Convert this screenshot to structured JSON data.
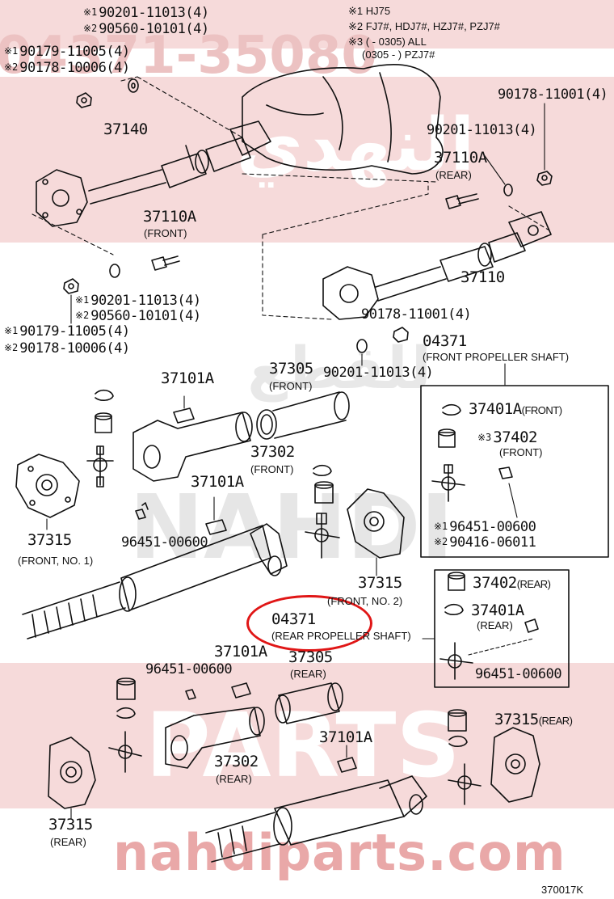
{
  "diagram_id": "370017K",
  "watermark": {
    "top_number": "04371-35080",
    "bottom_text": "nahdiparts.com",
    "arabic_1": "النهدي",
    "arabic_2": "للقطع"
  },
  "notes": {
    "n1": "※1 HJ75",
    "n2": "※2 FJ7#, HDJ7#, HZJ7#, PZJ7#",
    "n3a": "※3 (      - 0305) ALL",
    "n3b": "(0305 -      ) PZJ7#"
  },
  "marks": {
    "m1": "※1",
    "m2": "※2",
    "m3": "※3"
  },
  "labels": {
    "p90201_top": "90201-11013(4)",
    "p90560_top": "90560-10101(4)",
    "p90179_top": "90179-11005(4)",
    "p90178_10006_top": "90178-10006(4)",
    "p90178_11001_top": "90178-11001(4)",
    "p90201_right": "90201-11013(4)",
    "p37140": "37140",
    "p37110A_rear": "37110A",
    "p37110A_rear_sub": "(REAR)",
    "p37110A_front": "37110A",
    "p37110A_front_sub": "(FRONT)",
    "p90201_mid": "90201-11013(4)",
    "p90560_mid": "90560-10101(4)",
    "p90179_mid": "90179-11005(4)",
    "p90178_mid": "90178-10006(4)",
    "p37110": "37110",
    "p90178_11001_mid": "90178-11001(4)",
    "p04371_front": "04371",
    "p04371_front_sub": "(FRONT PROPELLER SHAFT)",
    "p90201_low": "90201-11013(4)",
    "p37101A_1": "37101A",
    "p37305_front": "37305",
    "p37305_front_sub": "(FRONT)",
    "p37302_front": "37302",
    "p37302_front_sub": "(FRONT)",
    "p37101A_2": "37101A",
    "p96451_front": "96451-00600",
    "p37315_front1": "37315",
    "p37315_front1_sub": "(FRONT, NO. 1)",
    "p37315_front2": "37315",
    "p37315_front2_sub": "(FRONT, NO. 2)",
    "box1_37401A": "37401A",
    "box1_37401A_sub": "(FRONT)",
    "box1_37402": "37402",
    "box1_37402_sub": "(FRONT)",
    "box1_96451": "96451-00600",
    "box1_90416": "90416-06011",
    "box2_37402": "37402",
    "box2_37402_sub": "(REAR)",
    "box2_37401A": "37401A",
    "box2_37401A_sub": "(REAR)",
    "box2_96451": "96451-00600",
    "p04371_rear": "04371",
    "p04371_rear_sub": "(REAR PROPELLER SHAFT)",
    "p37101A_3": "37101A",
    "p96451_rear": "96451-00600",
    "p37305_rear": "37305",
    "p37305_rear_sub": "(REAR)",
    "p37101A_4": "37101A",
    "p37302_rear": "37302",
    "p37302_rear_sub": "(REAR)",
    "p37315_rear_r": "37315",
    "p37315_rear_r_sub": "(REAR)",
    "p37315_rear_l": "37315",
    "p37315_rear_l_sub": "(REAR)"
  },
  "colors": {
    "highlight": "#e01616",
    "watermark": "#e9a8a8",
    "ink": "#111111"
  }
}
